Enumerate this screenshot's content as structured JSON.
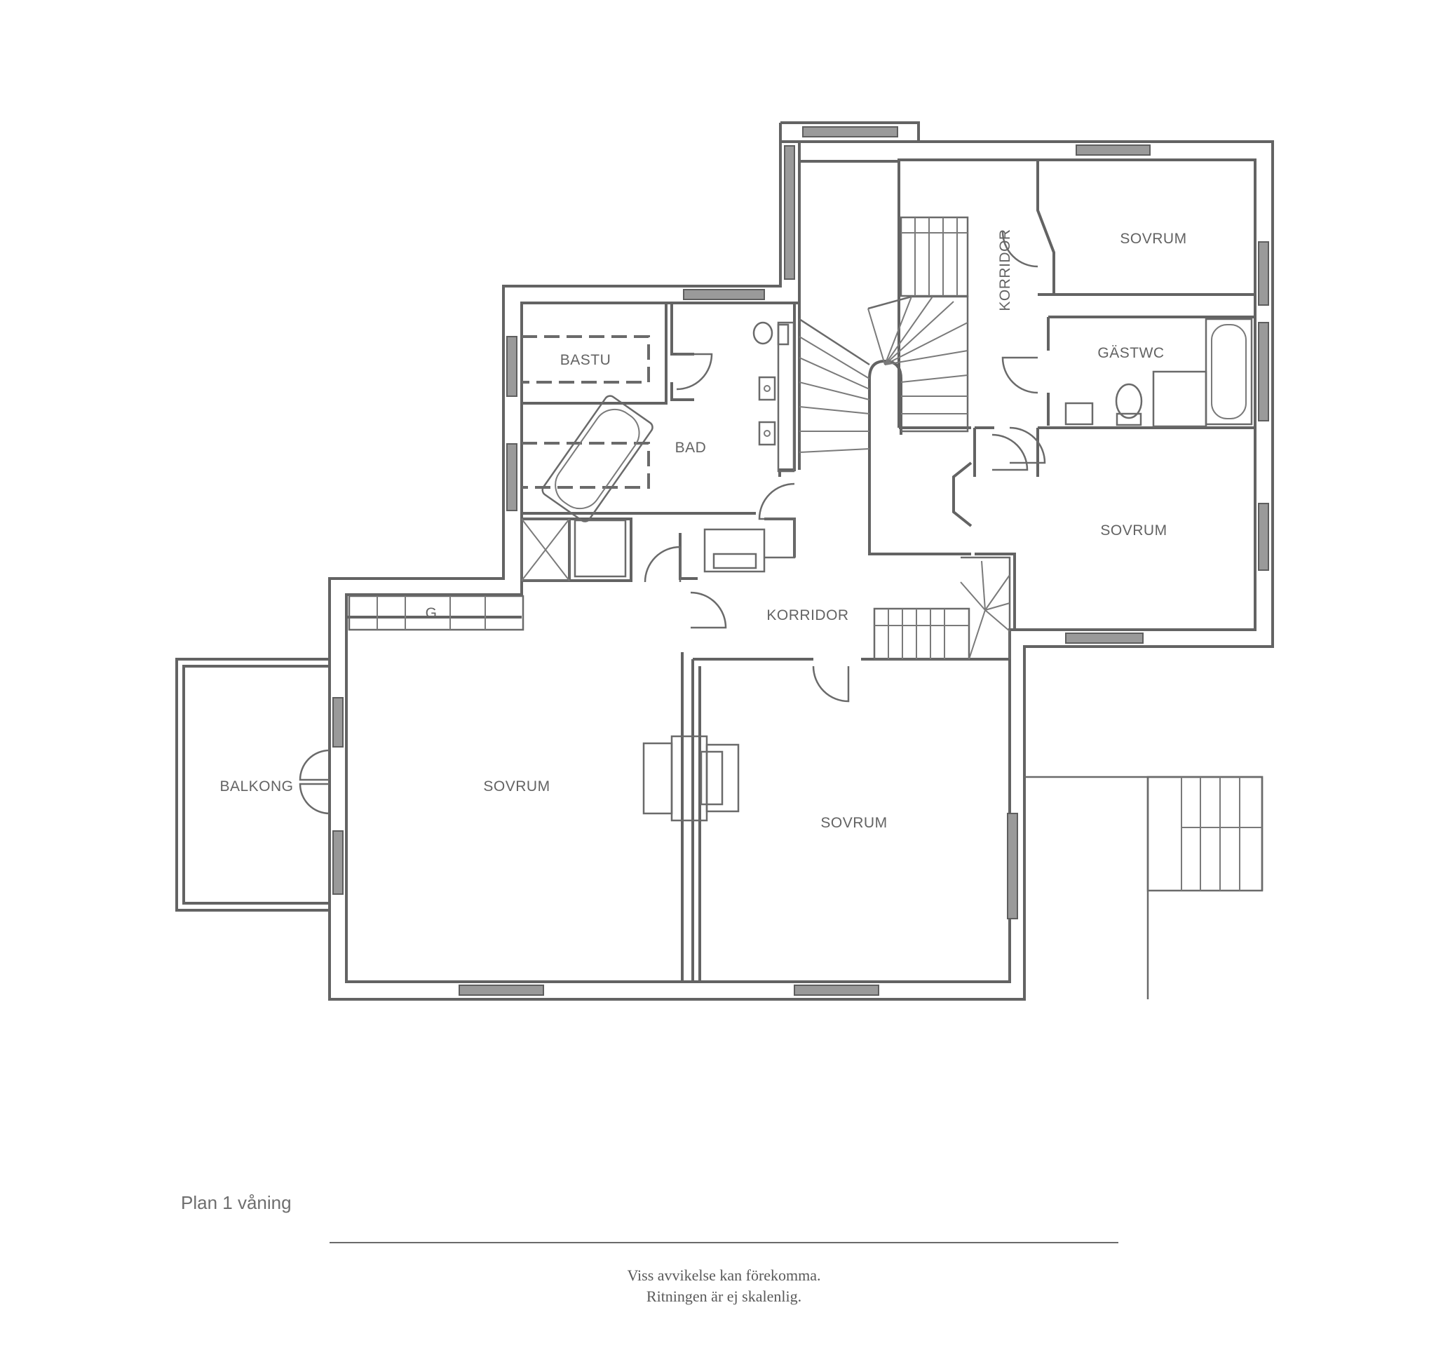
{
  "plan_title": "Plan 1 våning",
  "disclaimer": {
    "line1": "Viss avvikelse kan förekomma.",
    "line2": "Ritningen är ej skalenlig."
  },
  "rooms": {
    "bastu": "BASTU",
    "bad": "BAD",
    "korridor_upper": "KORRIDOR",
    "sovrum_top_right": "SOVRUM",
    "gastwc": "GÄSTWC",
    "sovrum_mid_right": "SOVRUM",
    "korridor_center": "KORRIDOR",
    "g": "G",
    "balkong": "BALKONG",
    "sovrum_left": "SOVRUM",
    "sovrum_center": "SOVRUM"
  },
  "colors": {
    "line": "#636363",
    "window_fill": "#9a9a9a"
  }
}
